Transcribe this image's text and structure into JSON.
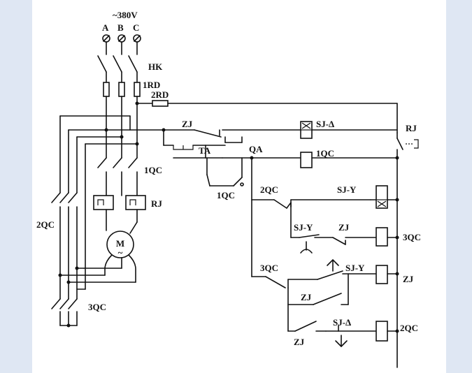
{
  "labels": {
    "supply_voltage": "~380V",
    "phase_a": "A",
    "phase_b": "B",
    "phase_c": "C",
    "hk": "HK",
    "fuse_1rd": "1RD",
    "fuse_2rd": "2RD",
    "zj_top": "ZJ",
    "ta": "TA",
    "qa": "QA",
    "sj_delta_coil": "SJ-Δ",
    "rj_contact": "RJ",
    "coil_1qc": "1QC",
    "qc1_main": "1QC",
    "qc1_aux": "1QC",
    "rj_relay": "RJ",
    "qc2_left": "2QC",
    "qc2_aux": "2QC",
    "sjy_coil": "SJ-Y",
    "sjy_contact": "SJ-Y",
    "zj_contact1": "ZJ",
    "coil_3qc": "3QC",
    "motor": "M",
    "motor_tilde": "~",
    "qc3_aux": "3QC",
    "sjy_contact2": "SJ-Y",
    "coil_zj": "ZJ",
    "qc3_left": "3QC",
    "zj_contact2": "ZJ",
    "zj_contact3": "ZJ",
    "sj_delta_contact": "SJ-Δ",
    "coil_2qc": "2QC"
  },
  "colors": {
    "background": "#dfe7f3",
    "paper": "#ffffff",
    "ink": "#111111"
  }
}
